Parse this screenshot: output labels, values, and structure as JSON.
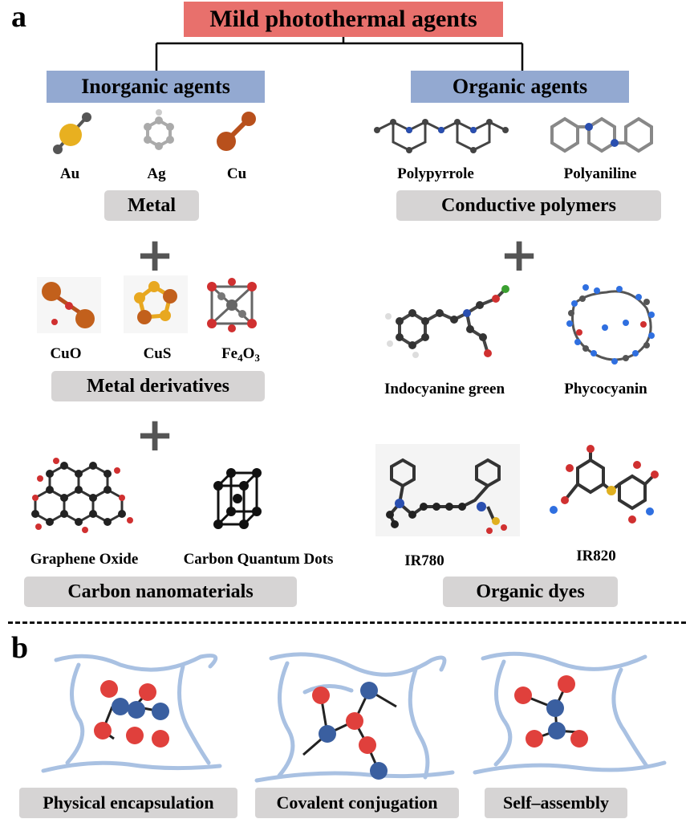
{
  "panel_a": {
    "letter": "a",
    "title": "Mild photothermal agents",
    "inorganic": {
      "header": "Inorganic agents",
      "metal": {
        "group": "Metal",
        "items": [
          "Au",
          "Ag",
          "Cu"
        ]
      },
      "metal_derivatives": {
        "group": "Metal derivatives",
        "items": [
          "CuO",
          "CuS",
          "Fe4O3"
        ],
        "fe_base": "Fe",
        "fe_sub1": "4",
        "fe_o": "O",
        "fe_sub2": "3"
      },
      "carbon": {
        "group": "Carbon nanomaterials",
        "items": [
          "Graphene Oxide",
          "Carbon Quantum Dots"
        ]
      }
    },
    "organic": {
      "header": "Organic agents",
      "polymers": {
        "group": "Conductive polymers",
        "items": [
          "Polypyrrole",
          "Polyaniline"
        ]
      },
      "dyes_top": {
        "items": [
          "Indocyanine green",
          "Phycocyanin"
        ]
      },
      "dyes": {
        "group": "Organic dyes",
        "items": [
          "IR780",
          "IR820"
        ]
      }
    },
    "plus_symbol": "+"
  },
  "panel_b": {
    "letter": "b",
    "methods": [
      "Physical encapsulation",
      "Covalent conjugation",
      "Self–assembly"
    ]
  },
  "colors": {
    "title_box": "#e8706c",
    "category_box": "#93a9d1",
    "group_box": "#d6d4d4",
    "polymer_line": "#9bb6dc",
    "red_atom": "#e0403c",
    "blue_atom": "#3a5fa0",
    "gold_atom": "#e8b020",
    "copper_atom": "#b8501c",
    "gray_atom": "#9a9a9a"
  }
}
